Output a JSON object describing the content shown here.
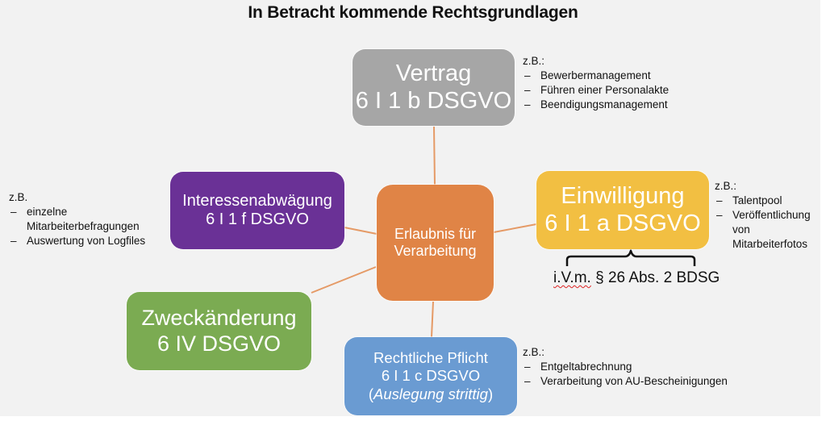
{
  "title": "In Betracht kommende Rechtsgrundlagen",
  "colors": {
    "background": "#f2f2f2",
    "center": "#e08446",
    "vertrag": "#a6a6a6",
    "einwilligung": "#f2bf42",
    "interessenabwaegung": "#6a3196",
    "zweckaenderung": "#7bab52",
    "rechtliche_pflicht": "#6a9bd2",
    "connector": "#e59a66"
  },
  "center": {
    "line1": "Erlaubnis für",
    "line2": "Verarbeitung"
  },
  "nodes": {
    "vertrag": {
      "line1": "Vertrag",
      "line2": "6 I 1 b DSGVO",
      "examples": {
        "label": "z.B.:",
        "items": [
          "Bewerbermanagement",
          "Führen einer Personalakte",
          "Beendigungsmanagement"
        ]
      }
    },
    "einwilligung": {
      "line1": "Einwilligung",
      "line2": "6 I 1 a DSGVO",
      "examples": {
        "label": "z.B.:",
        "items": [
          "Talentpool",
          "Veröffentlichung von Mitarbeiterfotos"
        ]
      },
      "reference": {
        "prefix": "i.V.m.",
        "rest": " § 26 Abs. 2 BDSG"
      }
    },
    "interessenabwaegung": {
      "line1": "Interessenabwägung",
      "line2": "6 I 1 f DSGVO",
      "examples": {
        "label": "z.B.",
        "items": [
          "einzelne Mitarbeiterbefragungen",
          "Auswertung von Logfiles"
        ]
      }
    },
    "zweckaenderung": {
      "line1": "Zweckänderung",
      "line2": "6 IV DSGVO"
    },
    "rechtliche_pflicht": {
      "line1": "Rechtliche Pflicht",
      "line2": "6 I 1 c DSGVO",
      "line3_open": "(",
      "line3_italic": "Auslegung strittig",
      "line3_close": ")",
      "examples": {
        "label": "z.B.:",
        "items": [
          "Entgeltabrechnung",
          "Verarbeitung von AU-Bescheinigungen"
        ]
      }
    }
  }
}
